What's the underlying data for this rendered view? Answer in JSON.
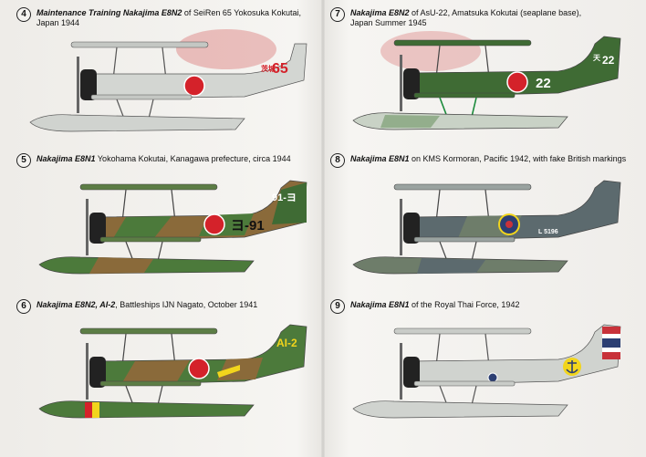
{
  "profiles": [
    {
      "number": "4",
      "name": "Maintenance Training Nakajima E8N2",
      "rest": " of SeiRen 65 Yokosuka Kokutai,",
      "line2": "Japan 1944",
      "tail_code": "65",
      "tail_kanji": "茨城"
    },
    {
      "number": "5",
      "name": "Nakajima E8N1",
      "rest": " Yokohama Kokutai, Kanagawa prefecture, circa 1944",
      "line2": "",
      "tail_code": "91-ヨ",
      "fuselage_code": "ヨ-91"
    },
    {
      "number": "6",
      "name": "Nakajima E8N2, AI-2",
      "rest": ", Battleships IJN Nagato, October 1941",
      "line2": "",
      "tail_code": "AI-2"
    },
    {
      "number": "7",
      "name": "Nakajima E8N2",
      "rest": " of AsU-22, Amatsuka Kokutai (seaplane base),",
      "line2": "Japan Summer 1945",
      "tail_code": "22",
      "tail_kanji": "天",
      "fuselage_code": "22"
    },
    {
      "number": "8",
      "name": "Nakajima E8N1",
      "rest": " on KMS Kormoran, Pacific 1942, with fake British markings",
      "line2": "",
      "fuselage_code": "L 5196"
    },
    {
      "number": "9",
      "name": "Nakajima E8N1",
      "rest": " of the Royal Thai Force, 1942",
      "line2": ""
    }
  ],
  "colors": {
    "ij_grey": "#c9ccc8",
    "ij_red": "#d4222a",
    "jungle_green": "#3f6b34",
    "brown": "#8a6a3a",
    "raf_blue": "#2c3f73",
    "yellow": "#f2d51c"
  }
}
